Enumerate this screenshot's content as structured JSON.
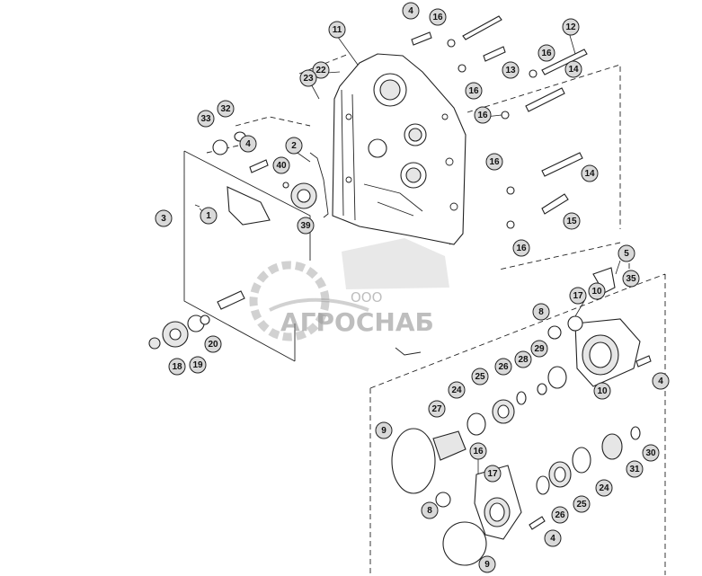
{
  "watermark": {
    "line1": "ООО",
    "line2": "АГРОСНАБ"
  },
  "callouts": [
    {
      "label": "1"
    },
    {
      "label": "2"
    },
    {
      "label": "3"
    },
    {
      "label": "4"
    },
    {
      "label": "4"
    },
    {
      "label": "4"
    },
    {
      "label": "4"
    },
    {
      "label": "5"
    },
    {
      "label": "8"
    },
    {
      "label": "8"
    },
    {
      "label": "9"
    },
    {
      "label": "9"
    },
    {
      "label": "10"
    },
    {
      "label": "10"
    },
    {
      "label": "11"
    },
    {
      "label": "12"
    },
    {
      "label": "13"
    },
    {
      "label": "14"
    },
    {
      "label": "14"
    },
    {
      "label": "15"
    },
    {
      "label": "16"
    },
    {
      "label": "16"
    },
    {
      "label": "16"
    },
    {
      "label": "16"
    },
    {
      "label": "16"
    },
    {
      "label": "16"
    },
    {
      "label": "16"
    },
    {
      "label": "17"
    },
    {
      "label": "17"
    },
    {
      "label": "18"
    },
    {
      "label": "19"
    },
    {
      "label": "20"
    },
    {
      "label": "22"
    },
    {
      "label": "23"
    },
    {
      "label": "24"
    },
    {
      "label": "24"
    },
    {
      "label": "25"
    },
    {
      "label": "25"
    },
    {
      "label": "26"
    },
    {
      "label": "26"
    },
    {
      "label": "27"
    },
    {
      "label": "28"
    },
    {
      "label": "29"
    },
    {
      "label": "30"
    },
    {
      "label": "31"
    },
    {
      "label": "32"
    },
    {
      "label": "33"
    },
    {
      "label": "35"
    },
    {
      "label": "39"
    },
    {
      "label": "40"
    }
  ]
}
